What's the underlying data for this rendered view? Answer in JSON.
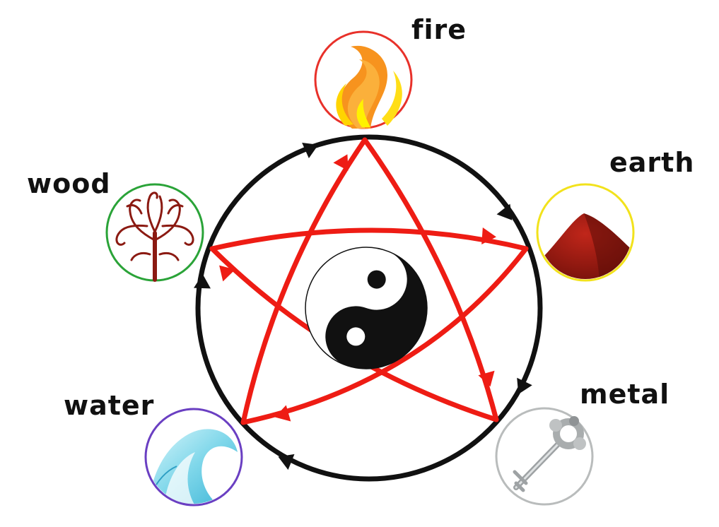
{
  "elements": {
    "fire": {
      "label": "fire",
      "ring_color": "#e8312a"
    },
    "earth": {
      "label": "earth",
      "ring_color": "#f2e21c"
    },
    "metal": {
      "label": "metal",
      "ring_color": "#b9bcbc"
    },
    "water": {
      "label": "water",
      "ring_color": "#6a3fc2"
    },
    "wood": {
      "label": "wood",
      "ring_color": "#2aa338"
    }
  },
  "cycles": {
    "generating": {
      "color": "#111111",
      "order": [
        "wood",
        "fire",
        "earth",
        "metal",
        "water"
      ]
    },
    "controlling": {
      "color": "#ee1c14",
      "order": [
        "fire",
        "metal",
        "wood",
        "earth",
        "water"
      ]
    }
  },
  "center_icon": "yin-yang-icon"
}
